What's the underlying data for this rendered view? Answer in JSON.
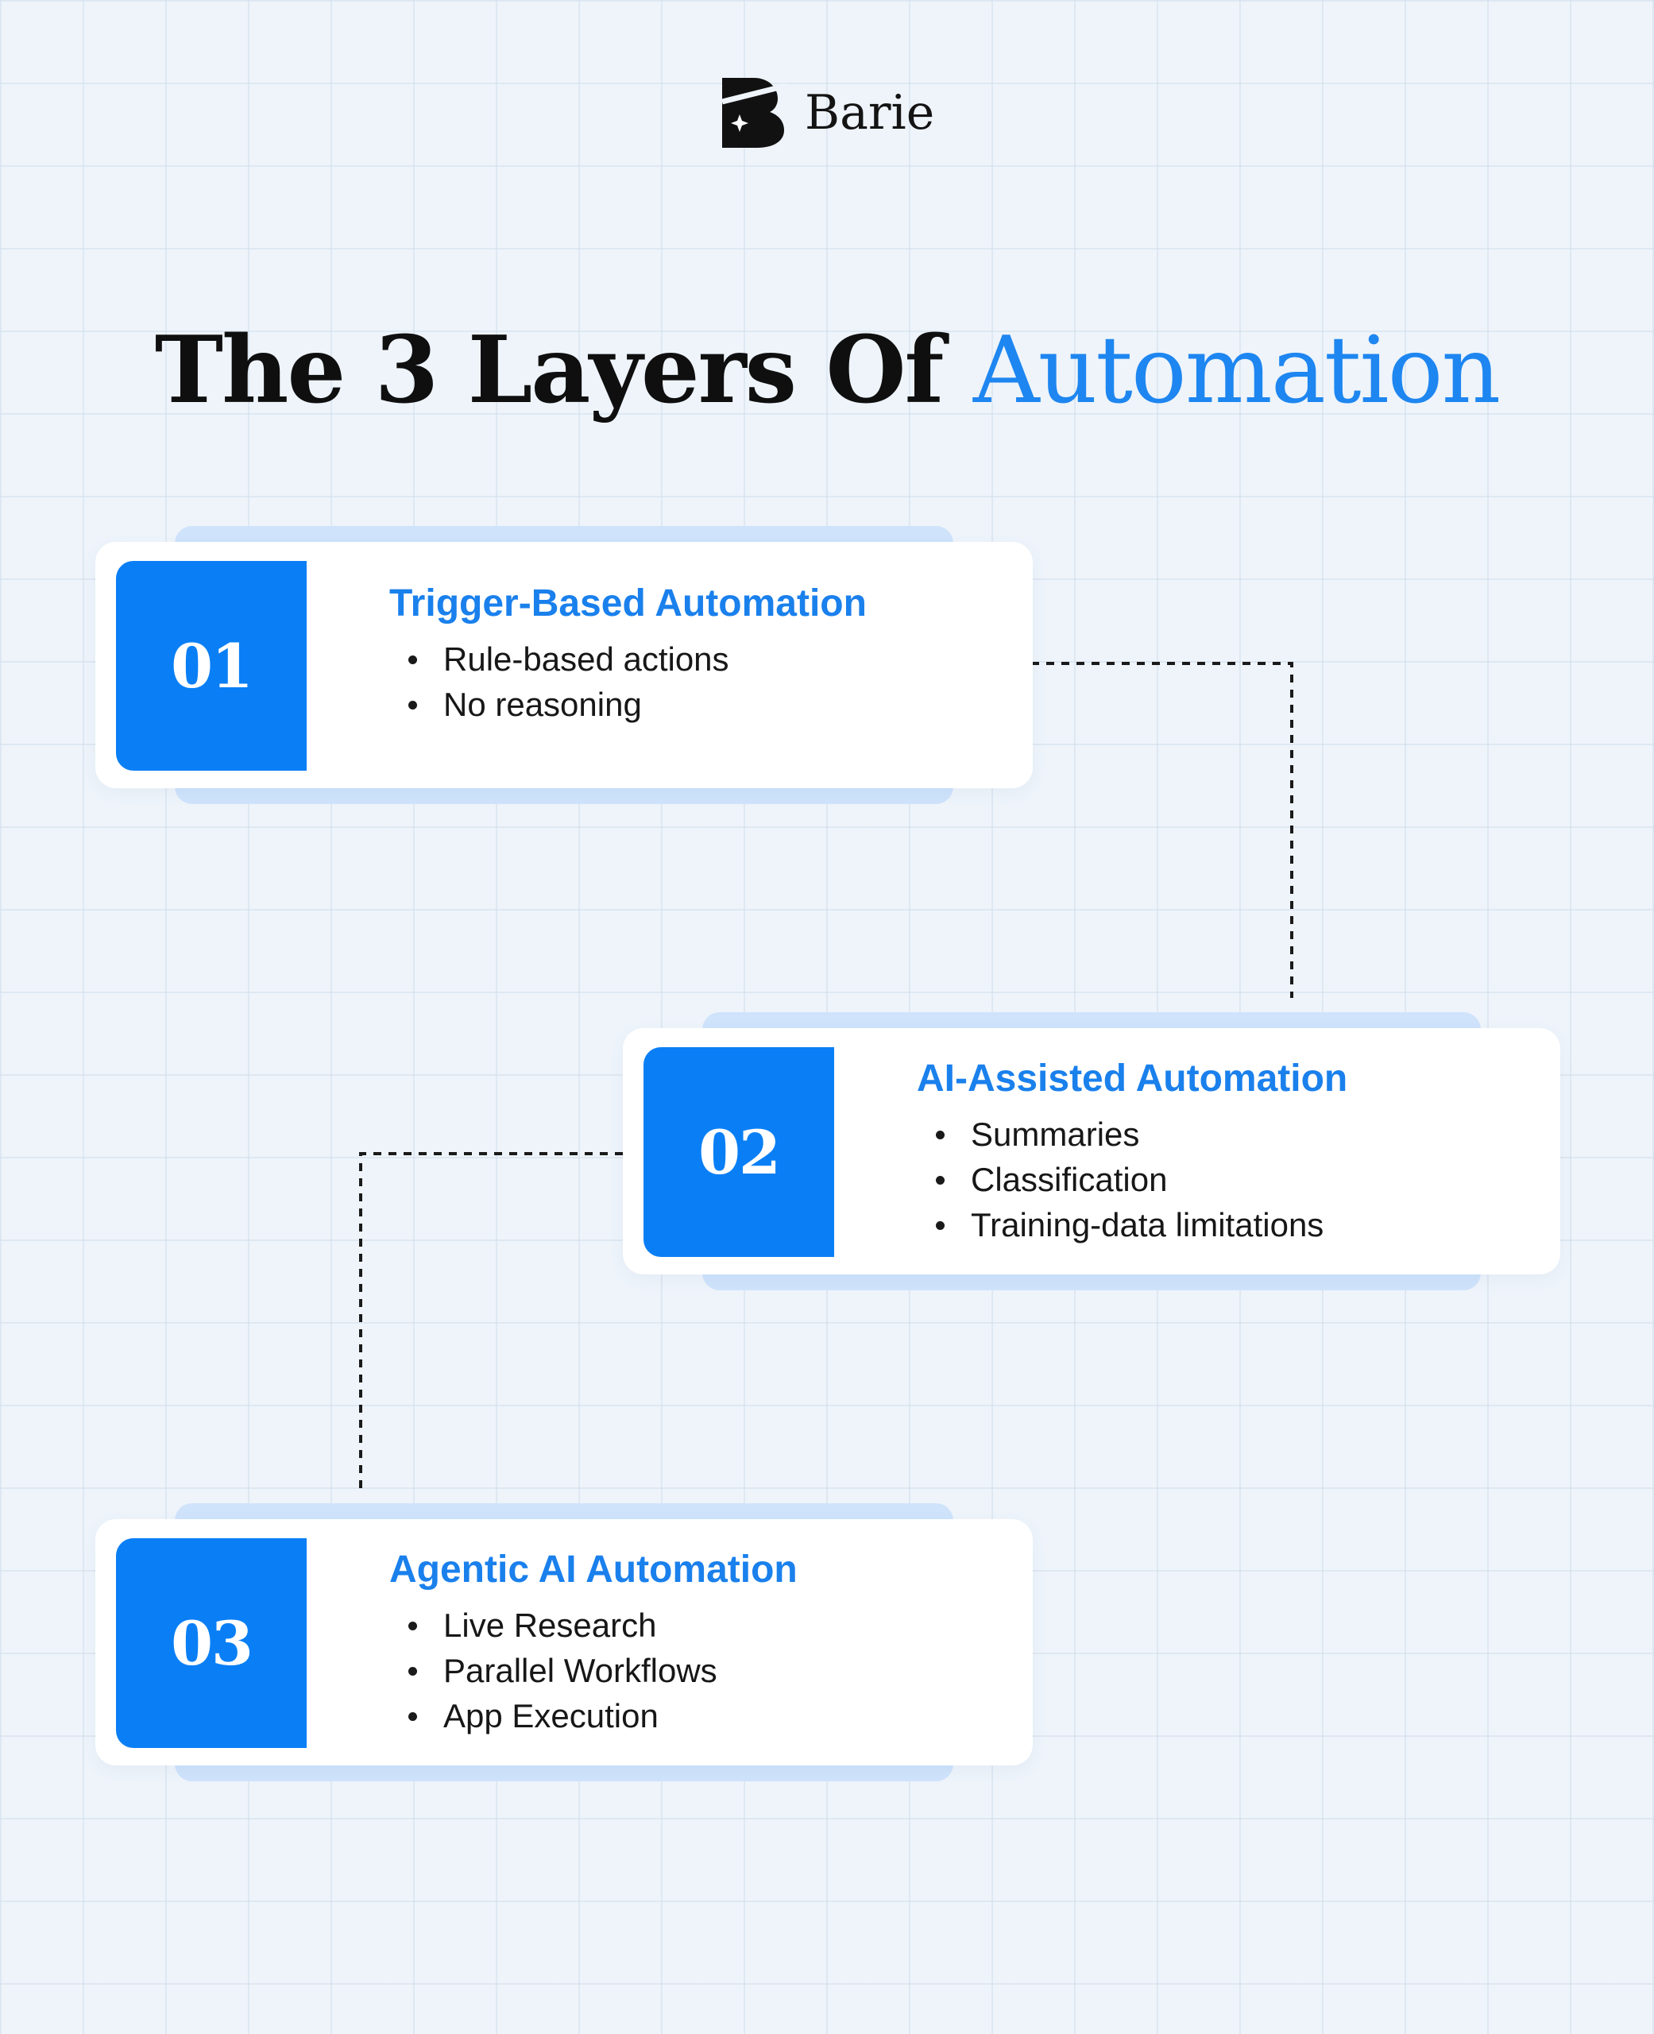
{
  "brand": {
    "name": "Barie",
    "icon": "barie-logo-icon"
  },
  "title": {
    "main": "The 3 Layers Of",
    "accent": "Automation"
  },
  "colors": {
    "accent": "#1e86f0",
    "number_bg": "#0a7ff5",
    "card_back": "#cfe3fb",
    "background": "#eef4fa"
  },
  "layers": [
    {
      "number": "01",
      "heading": "Trigger-Based Automation",
      "bullets": [
        "Rule-based actions",
        "No reasoning"
      ]
    },
    {
      "number": "02",
      "heading": "AI-Assisted Automation",
      "bullets": [
        "Summaries",
        "Classification",
        "Training-data limitations"
      ]
    },
    {
      "number": "03",
      "heading": "Agentic AI Automation",
      "bullets": [
        "Live Research",
        "Parallel Workflows",
        "App Execution"
      ]
    }
  ]
}
